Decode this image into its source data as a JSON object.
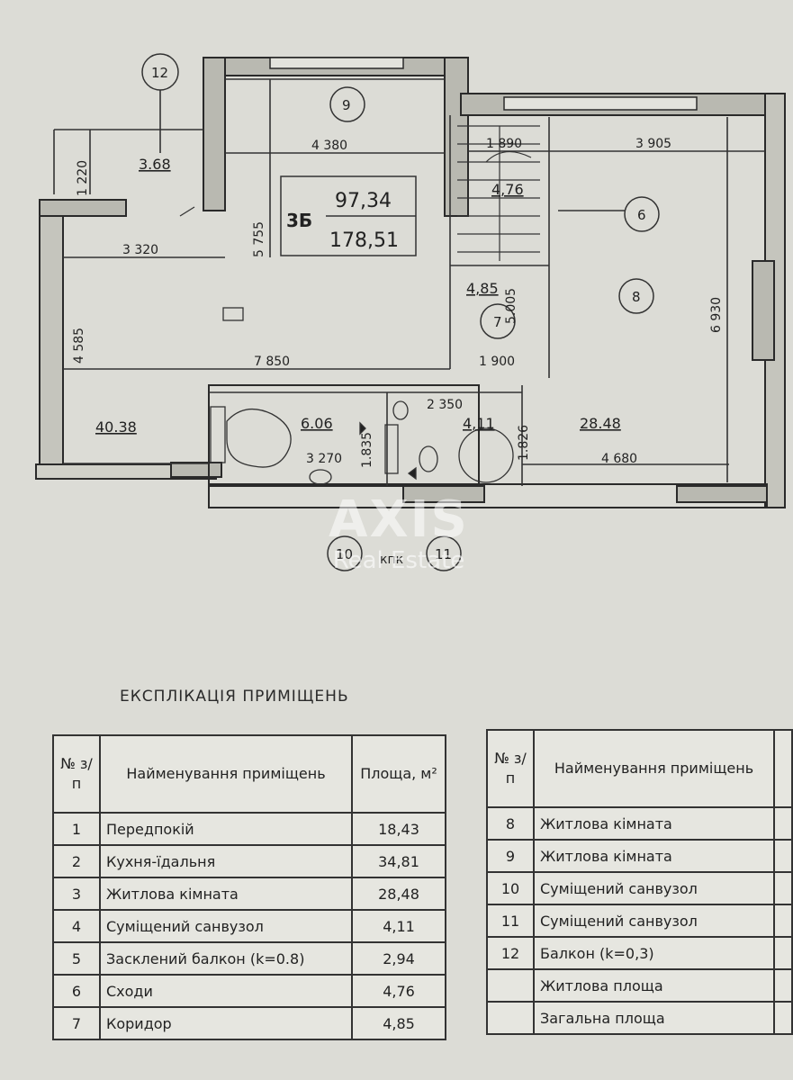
{
  "plan": {
    "apartment_code": "3Б",
    "living_area_total": "97,34",
    "total_area": "178,51",
    "bubbles": [
      "12",
      "9",
      "6",
      "8",
      "7",
      "10",
      "11"
    ],
    "door_label": "кпк",
    "areas": {
      "balcony": "3.68",
      "stairs": "4,76",
      "corridor": "4,85",
      "hall": "40.38",
      "bath_left": "6.06",
      "bath_right": "4,11",
      "room": "28.48"
    },
    "dims": {
      "d4380": "4 380",
      "d1890": "1 890",
      "d3905": "3 905",
      "d1220": "1 220",
      "d3320": "3 320",
      "d5755": "5 755",
      "d4585": "4 585",
      "d7850": "7 850",
      "d5005": "5.005",
      "d1900": "1 900",
      "d6930": "6 930",
      "d2350": "2 350",
      "d3270": "3 270",
      "d1835": "1.835",
      "d1826": "1.826",
      "d4680": "4 680"
    }
  },
  "watermark": {
    "brand": "AXIS",
    "sub": "Real Estate"
  },
  "explication": {
    "title": "ЕКСПЛІКАЦІЯ ПРИМІЩЕНЬ",
    "headers": {
      "num": "№ з/п",
      "name": "Найменування приміщень",
      "area": "Площа, м²"
    },
    "left_rows": [
      {
        "num": "1",
        "name": "Передпокій",
        "area": "18,43"
      },
      {
        "num": "2",
        "name": "Кухня-їдальня",
        "area": "34,81"
      },
      {
        "num": "3",
        "name": "Житлова кімната",
        "area": "28,48"
      },
      {
        "num": "4",
        "name": "Суміщений санвузол",
        "area": "4,11"
      },
      {
        "num": "5",
        "name": "Засклений балкон (k=0.8)",
        "area": "2,94"
      },
      {
        "num": "6",
        "name": "Сходи",
        "area": "4,76"
      },
      {
        "num": "7",
        "name": "Коридор",
        "area": "4,85"
      }
    ],
    "right_rows": [
      {
        "num": "8",
        "name": "Житлова кімната"
      },
      {
        "num": "9",
        "name": "Житлова кімната"
      },
      {
        "num": "10",
        "name": "Суміщений санвузол"
      },
      {
        "num": "11",
        "name": "Суміщений санвузол"
      },
      {
        "num": "12",
        "name": "Балкон (k=0,3)"
      },
      {
        "num": "",
        "name": "Житлова площа"
      },
      {
        "num": "",
        "name": "Загальна площа"
      }
    ]
  }
}
